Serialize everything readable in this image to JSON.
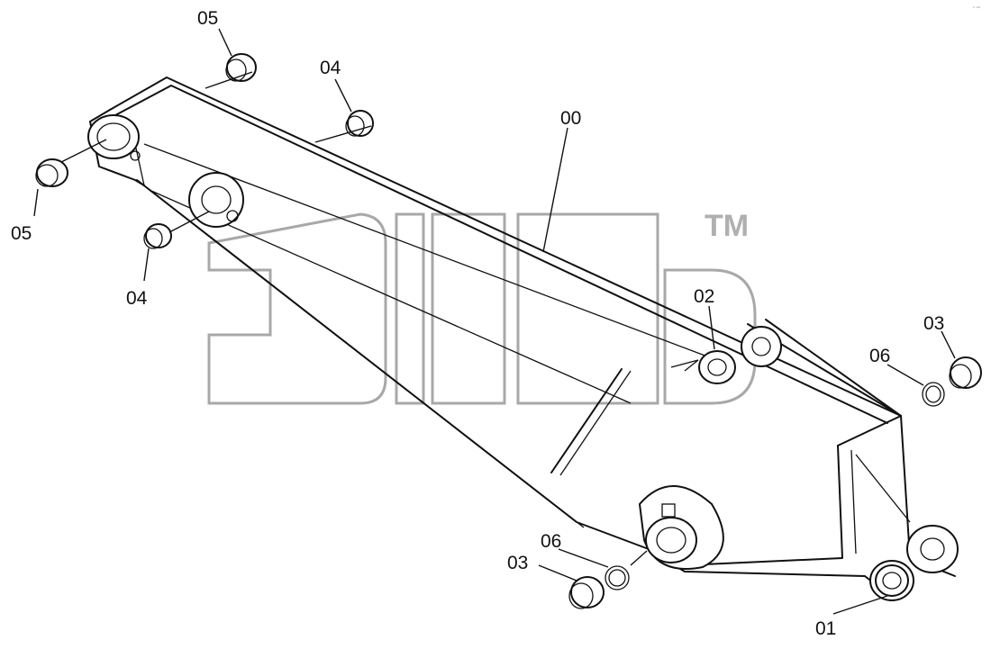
{
  "callouts": {
    "c00": "00",
    "c01": "01",
    "c02": "02",
    "c03a": "03",
    "c03b": "03",
    "c04a": "04",
    "c04b": "04",
    "c05a": "05",
    "c05b": "05",
    "c06a": "06",
    "c06b": "06"
  },
  "watermark": {
    "trademark": "TM"
  },
  "corner_mark": "▫ ▫▫"
}
